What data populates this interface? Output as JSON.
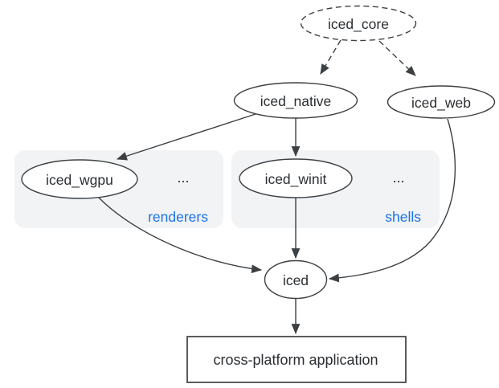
{
  "colors": {
    "background": "#ffffff",
    "stroke": "#3c4043",
    "text": "#2b2f33",
    "node_fill": "#ffffff",
    "group_background": "#f1f3f5",
    "group_label": "#1a73e8"
  },
  "diagram": {
    "nodes": {
      "iced_core": {
        "label": "iced_core",
        "shape": "dashed-ellipse"
      },
      "iced_native": {
        "label": "iced_native",
        "shape": "ellipse"
      },
      "iced_web": {
        "label": "iced_web",
        "shape": "ellipse"
      },
      "iced_wgpu": {
        "label": "iced_wgpu",
        "shape": "ellipse"
      },
      "iced_winit": {
        "label": "iced_winit",
        "shape": "ellipse"
      },
      "iced": {
        "label": "iced",
        "shape": "ellipse"
      },
      "application": {
        "label": "cross-platform application",
        "shape": "rectangle"
      }
    },
    "groups": {
      "renderers": {
        "label": "renderers",
        "ellipsis": "..."
      },
      "shells": {
        "label": "shells",
        "ellipsis": "..."
      }
    },
    "edges": [
      {
        "from": "iced_core",
        "to": "iced_native",
        "style": "dashed"
      },
      {
        "from": "iced_core",
        "to": "iced_web",
        "style": "dashed"
      },
      {
        "from": "iced_native",
        "to": "iced_wgpu",
        "style": "solid"
      },
      {
        "from": "iced_native",
        "to": "iced_winit",
        "style": "solid"
      },
      {
        "from": "iced_winit",
        "to": "iced",
        "style": "solid"
      },
      {
        "from": "iced_wgpu",
        "to": "iced",
        "style": "solid"
      },
      {
        "from": "iced_web",
        "to": "iced",
        "style": "solid"
      },
      {
        "from": "iced",
        "to": "application",
        "style": "solid"
      }
    ]
  }
}
